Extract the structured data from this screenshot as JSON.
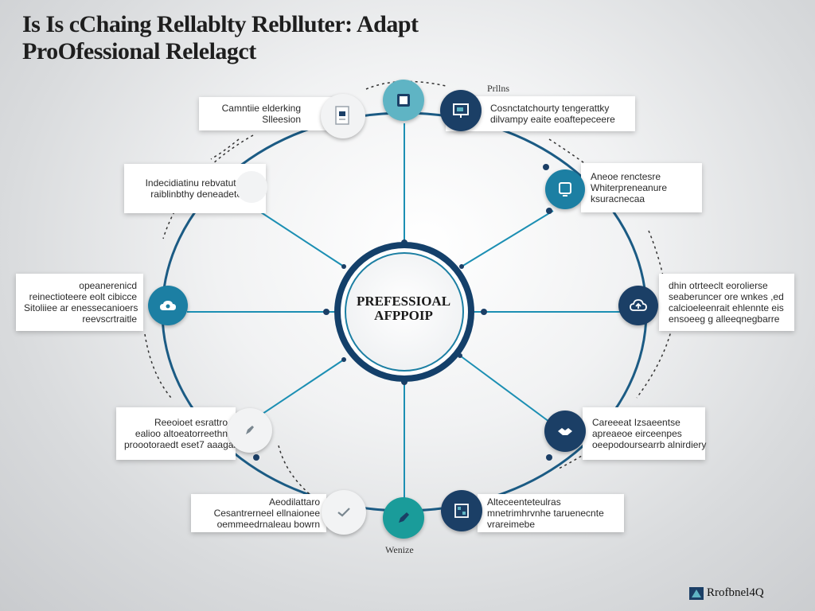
{
  "title": {
    "line1": "Is Is cChaing Rellablty Reblluter: Adapt",
    "line2": "ProOfessional Relelagct"
  },
  "center": {
    "line1": "PREFESSIOAL",
    "line2": "AFPPOIP"
  },
  "tags": {
    "top": "Prllns",
    "bottom": "Wenize"
  },
  "brand": {
    "name": "Rrofbnel4Q"
  },
  "colors": {
    "navy": "#1b3f66",
    "blue": "#1c7fa3",
    "teal": "#1a9c9a",
    "light_teal": "#5fb4c4",
    "ring": "#14557a"
  },
  "nodes": [
    {
      "id": "top-left",
      "icon": "document-icon",
      "style": "white"
    },
    {
      "id": "top",
      "icon": "tablet-icon",
      "style": "light_teal"
    },
    {
      "id": "top-right",
      "icon": "presentation-icon",
      "style": "navy"
    },
    {
      "id": "right-upper",
      "icon": "monitor-icon",
      "style": "blue"
    },
    {
      "id": "right",
      "icon": "cloud-upload-icon",
      "style": "navy"
    },
    {
      "id": "right-lower",
      "icon": "handshake-icon",
      "style": "navy"
    },
    {
      "id": "bottom-right",
      "icon": "grid-icon",
      "style": "navy"
    },
    {
      "id": "bottom",
      "icon": "pen-icon",
      "style": "teal"
    },
    {
      "id": "bottom-left",
      "icon": "check-icon",
      "style": "white"
    },
    {
      "id": "left-lower",
      "icon": "pencil-icon",
      "style": "white"
    },
    {
      "id": "left",
      "icon": "cloud-icon",
      "style": "blue"
    },
    {
      "id": "left-upper",
      "icon": "none",
      "style": "white"
    }
  ],
  "cards": {
    "top_left": {
      "line1": "Camntiie elderking",
      "line2": "Slleesion"
    },
    "top_right": {
      "line1": "Cosnctatchourty tengerattky",
      "line2": "dilvampy eaite eoaftepeceere"
    },
    "left_upper": {
      "line1": "Indecidiatinu rebvatuten",
      "line2": "raiblinbthy deneadetes"
    },
    "right_upper": {
      "line1": "Aneoe renctesre",
      "line2": "Whiterpreneanure",
      "line3": "ksuracnecaa"
    },
    "left": {
      "line1": "opeanerenicd",
      "line2": "reinectioteere eolt cibicce",
      "line3": "Sitoliiee ar enessecanioers",
      "line4": "reevscrtraitle"
    },
    "right": {
      "line1": "dhin otrteeclt eorolierse",
      "line2": "seaberuncer ore wnkes ,ed",
      "line3": "calcioeleenrait ehlennte eis",
      "line4": "ensoeeg g alleeqnegbarre"
    },
    "left_lower": {
      "line1": "Reeoioet esrattro",
      "line2": "ealioo altoeatorreethn",
      "line3": "proootoraedt eset7 aaagar"
    },
    "right_lower": {
      "line1": "Careeeat Izsaeentse",
      "line2": "apreaeoe eirceenpes",
      "line3": "oeepodoursearrb alnirdiery"
    },
    "bottom_left": {
      "line1": "Aeodilattaro",
      "line2": "Cesantrerneel ellnaionee",
      "line3": "oemmeedrnaleau bowrn"
    },
    "bottom_right": {
      "line1": "Alteceenteteulras",
      "line2": "mnetrimhrvnhe taruenecnte",
      "line3": "vrareimebe"
    }
  }
}
